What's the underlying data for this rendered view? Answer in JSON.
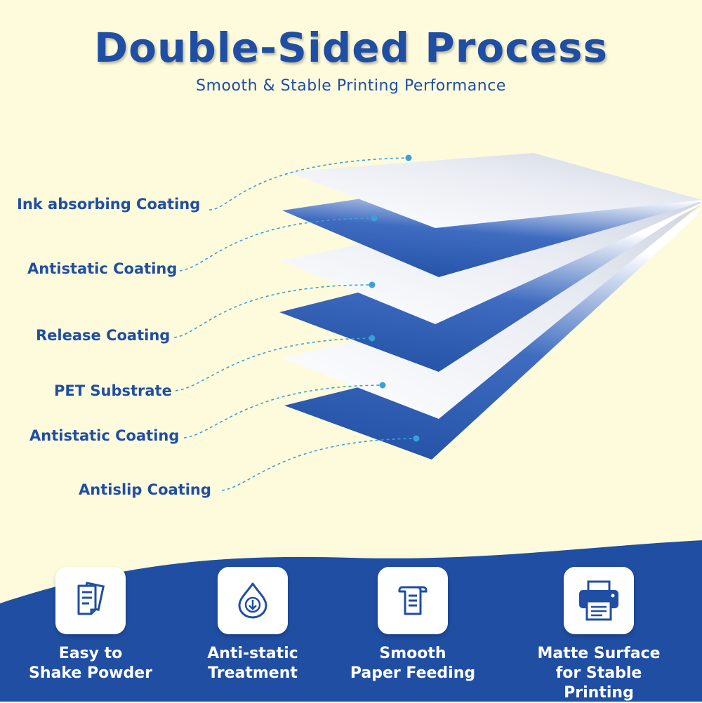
{
  "header": {
    "title": "Double-Sided Process",
    "subtitle": "Smooth & Stable Printing Performance"
  },
  "layers": [
    {
      "label": "Ink absorbing Coating"
    },
    {
      "label": "Antistatic Coating"
    },
    {
      "label": "Release Coating"
    },
    {
      "label": "PET Substrate"
    },
    {
      "label": "Antistatic Coating"
    },
    {
      "label": "Antislip Coating"
    }
  ],
  "features": [
    {
      "icon": "documents-icon",
      "line1": "Easy to",
      "line2": "Shake Powder"
    },
    {
      "icon": "anti-static-drop-icon",
      "line1": "Anti-static",
      "line2": "Treatment"
    },
    {
      "icon": "paper-scroll-icon",
      "line1": "Smooth",
      "line2": "Paper Feeding"
    },
    {
      "icon": "printer-icon",
      "line1": "Matte Surface",
      "line2": "for Stable Printing"
    }
  ],
  "colors": {
    "background": "#fdfbdc",
    "brand_blue": "#1f4ea3",
    "leader_line": "#3aa0d8",
    "wave_blue": "#1f4ea3"
  }
}
